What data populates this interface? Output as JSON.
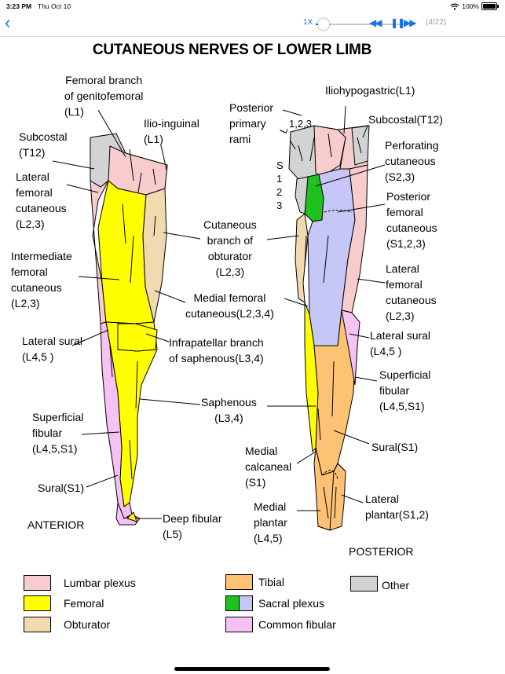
{
  "status_bar": {
    "time": "3:23 PM",
    "date": "Thu Oct 10",
    "battery": "100%",
    "icons": [
      "wifi-icon",
      "battery-icon"
    ]
  },
  "toolbar": {
    "back_icon": "chevron-left-icon",
    "speed": "1X",
    "progress_fraction": 0.08,
    "controls": [
      "rewind-icon",
      "pause-icon",
      "fast-forward-icon"
    ],
    "rewind_glyph": "◀◀",
    "pause_glyph": "❚❚",
    "forward_glyph": "▶▶",
    "page_indicator": "(4/22)",
    "accent_color": "#1a73e8"
  },
  "figure": {
    "title": "CUTANEOUS NERVES OF LOWER LIMB",
    "view_anterior": "ANTERIOR",
    "view_posterior": "POSTERIOR",
    "anterior_labels": {
      "femoral_branch_genitofemoral": [
        "Femoral branch",
        "of genitofemoral",
        "(L1)"
      ],
      "ilio_inguinal": [
        "Ilio-inguinal",
        "(L1)"
      ],
      "subcostal": [
        "Subcostal",
        "(T12)"
      ],
      "lateral_femoral_cutaneous": [
        "Lateral",
        "femoral",
        "cutaneous",
        "(L2,3)"
      ],
      "intermediate_femoral_cutaneous": [
        "Intermediate",
        "femoral",
        "cutaneous",
        "(L2,3)"
      ],
      "cutaneous_branch_obturator": [
        "Cutaneous",
        "branch of",
        "obturator",
        "(L2,3)"
      ],
      "medial_femoral_cutaneous": [
        "Medial femoral",
        "cutaneous(L2,3,4)"
      ],
      "lateral_sural": [
        "Lateral sural",
        "(L4,5 )"
      ],
      "infrapatellar_branch": [
        "Infrapatellar branch",
        "of saphenous(L3,4)"
      ],
      "saphenous": [
        "Saphenous",
        "(L3,4)"
      ],
      "superficial_fibular": [
        "Superficial",
        "fibular",
        "(L4,5,S1)"
      ],
      "sural": [
        "Sural(S1)"
      ],
      "deep_fibular": [
        "Deep fibular",
        "(L5)"
      ]
    },
    "posterior_labels": {
      "posterior_primary_rami": [
        "Posterior",
        "primary",
        "rami"
      ],
      "rami_l": "L",
      "rami_l_levels": "1,2,3",
      "rami_s": [
        "S",
        "1",
        "2",
        "3"
      ],
      "iliohypogastric": [
        "Iliohypogastric(L1)"
      ],
      "subcostal": [
        "Subcostal(T12)"
      ],
      "perforating_cutaneous": [
        "Perforating",
        "cutaneous",
        "(S2,3)"
      ],
      "posterior_femoral_cutaneous": [
        "Posterior",
        "femoral",
        "cutaneous",
        "(S1,2,3)"
      ],
      "lateral_femoral_cutaneous": [
        "Lateral",
        "femoral",
        "cutaneous",
        "(L2,3)"
      ],
      "lateral_sural": [
        "Lateral sural",
        "(L4,5 )"
      ],
      "superficial_fibular": [
        "Superficial",
        "fibular",
        "(L4,5,S1)"
      ],
      "sural": [
        "Sural(S1)"
      ],
      "medial_calcaneal": [
        "Medial",
        "calcaneal",
        "(S1)"
      ],
      "medial_plantar": [
        "Medial",
        "plantar",
        "(L4,5)"
      ],
      "lateral_plantar": [
        "Lateral",
        "plantar(S1,2)"
      ]
    }
  },
  "legend": [
    {
      "label": "Lumbar plexus",
      "colors": [
        "#f8cccc"
      ]
    },
    {
      "label": "Femoral",
      "colors": [
        "#ffff00"
      ]
    },
    {
      "label": "Obturator",
      "colors": [
        "#f2dab0"
      ]
    },
    {
      "label": "Tibial",
      "colors": [
        "#fdc273"
      ]
    },
    {
      "label": "Sacral plexus",
      "colors": [
        "#1ec11e",
        "#c7c7f7"
      ]
    },
    {
      "label": "Common fibular",
      "colors": [
        "#f6c2f4"
      ]
    },
    {
      "label": "Other",
      "colors": [
        "#d3d3d3"
      ]
    }
  ]
}
